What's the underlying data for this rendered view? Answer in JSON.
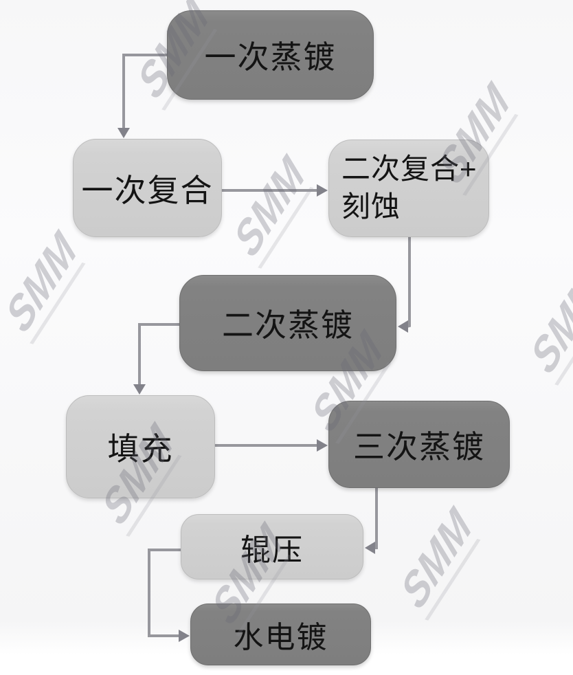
{
  "diagram": {
    "type": "flowchart",
    "nodes": [
      {
        "id": "step-1",
        "label": "一次蒸镀",
        "style": "dark"
      },
      {
        "id": "step-2",
        "label": "一次复合",
        "style": "light"
      },
      {
        "id": "step-3",
        "label": "二次复合+刻蚀",
        "lines": [
          "二次复合+",
          "刻蚀"
        ],
        "style": "light"
      },
      {
        "id": "step-4",
        "label": "二次蒸镀",
        "style": "dark"
      },
      {
        "id": "step-5",
        "label": "填充",
        "style": "light"
      },
      {
        "id": "step-6",
        "label": "三次蒸镀",
        "style": "dark"
      },
      {
        "id": "step-7",
        "label": "辊压",
        "style": "light"
      },
      {
        "id": "step-8",
        "label": "水电镀",
        "style": "dark"
      }
    ],
    "edges": [
      {
        "from": "一次蒸镀",
        "to": "一次复合"
      },
      {
        "from": "一次复合",
        "to": "二次复合+刻蚀"
      },
      {
        "from": "二次复合+刻蚀",
        "to": "二次蒸镀"
      },
      {
        "from": "二次蒸镀",
        "to": "填充"
      },
      {
        "from": "填充",
        "to": "三次蒸镀"
      },
      {
        "from": "三次蒸镀",
        "to": "辊压"
      },
      {
        "from": "辊压",
        "to": "水电镀"
      }
    ],
    "colors": {
      "dark_node": "#828282",
      "light_node": "#d2d2d2",
      "node_text": "#141414",
      "connector": "#97979d",
      "arrowhead": "#82828a",
      "background": "#f8f8f9",
      "watermark": "rgba(104,104,116,0.30)"
    }
  },
  "watermark": {
    "text": "SMM"
  }
}
